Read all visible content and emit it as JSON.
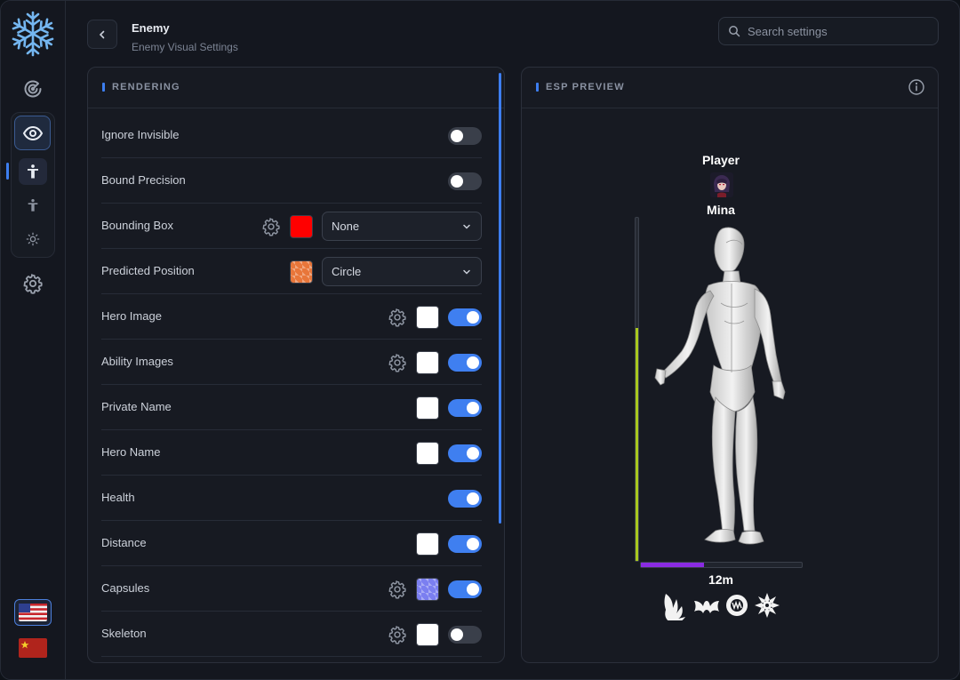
{
  "header": {
    "title": "Enemy",
    "subtitle": "Enemy Visual Settings",
    "search_placeholder": "Search settings"
  },
  "sidebar": {
    "items": [
      {
        "icon": "snowflake-logo-icon"
      },
      {
        "icon": "radar-icon"
      },
      {
        "icon": "eye-icon",
        "active": true
      },
      {
        "icon": "person-icon",
        "active": true
      },
      {
        "icon": "person-outline-icon"
      },
      {
        "icon": "sun-dim-icon"
      },
      {
        "icon": "gear-icon"
      }
    ],
    "languages": [
      {
        "icon": "us-flag-icon",
        "active": true
      },
      {
        "icon": "cn-flag-icon"
      }
    ]
  },
  "rendering": {
    "section_title": "RENDERING",
    "rows": [
      {
        "label": "Ignore Invisible",
        "toggle": false
      },
      {
        "label": "Bound Precision",
        "toggle": false
      },
      {
        "label": "Bounding Box",
        "gear": true,
        "color": "#ff0000",
        "select": "None"
      },
      {
        "label": "Predicted Position",
        "color": "#e8763a",
        "select": "Circle"
      },
      {
        "label": "Hero Image",
        "gear": true,
        "color": "#ffffff",
        "toggle": true
      },
      {
        "label": "Ability Images",
        "gear": true,
        "color": "#ffffff",
        "toggle": true
      },
      {
        "label": "Private Name",
        "color": "#ffffff",
        "toggle": true
      },
      {
        "label": "Hero Name",
        "color": "#ffffff",
        "toggle": true
      },
      {
        "label": "Health",
        "toggle": true
      },
      {
        "label": "Distance",
        "color": "#ffffff",
        "toggle": true
      },
      {
        "label": "Capsules",
        "gear": true,
        "color": "#7b7ff0",
        "toggle": true
      },
      {
        "label": "Skeleton",
        "gear": true,
        "color": "#ffffff",
        "toggle": false
      }
    ]
  },
  "preview": {
    "section_title": "ESP PREVIEW",
    "player_label": "Player",
    "hero_name": "Mina",
    "distance": "12m",
    "health_fraction": 0.68,
    "bar_fraction": 0.39,
    "colors": {
      "accent": "#3f7ff0",
      "health": "#a9c81e",
      "purple": "#8a2be2"
    }
  }
}
